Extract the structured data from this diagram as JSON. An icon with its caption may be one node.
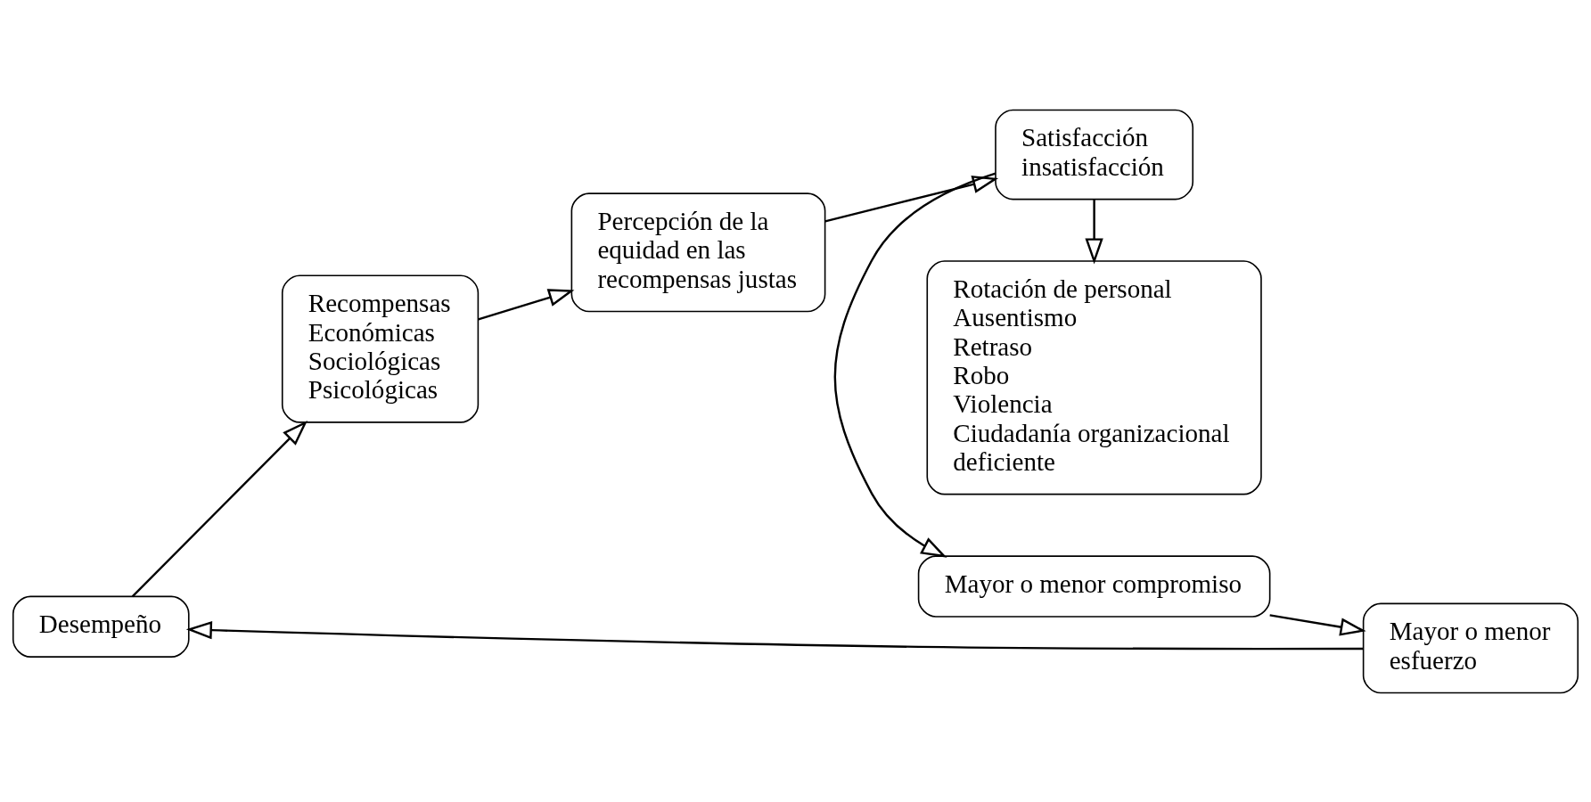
{
  "diagram": {
    "nodes": [
      {
        "text": [
          "Desempeño"
        ]
      },
      {
        "text": [
          "Recompensas",
          "Económicas",
          "Sociológicas",
          "Psicológicas"
        ]
      },
      {
        "text": [
          "Percepción de la equidad en las recompensas justas"
        ]
      },
      {
        "text": [
          "Satisfacción insatisfacción"
        ]
      },
      {
        "text": [
          "Mayor o menor compromiso"
        ]
      },
      {
        "text": [
          "Rotación de personal",
          "Ausentismo",
          "Retraso",
          "Robo",
          "Violencia",
          "Ciudadanía organizacional deficiente"
        ]
      },
      {
        "text": [
          "Mayor o menor esfuerzo"
        ]
      }
    ],
    "edges": [
      {
        "from": 0,
        "to": 1,
        "arrow": "to"
      },
      {
        "from": 1,
        "to": 2,
        "arrow": "to"
      },
      {
        "from": 2,
        "to": 3,
        "arrow": "to"
      },
      {
        "from": 3,
        "to": 4,
        "arrow": "to"
      },
      {
        "from": 3,
        "to": 5,
        "arrow": "to"
      },
      {
        "from": 4,
        "to": 6,
        "arrow": "to"
      },
      {
        "from": 6,
        "to": 0,
        "arrow": "to"
      }
    ]
  }
}
